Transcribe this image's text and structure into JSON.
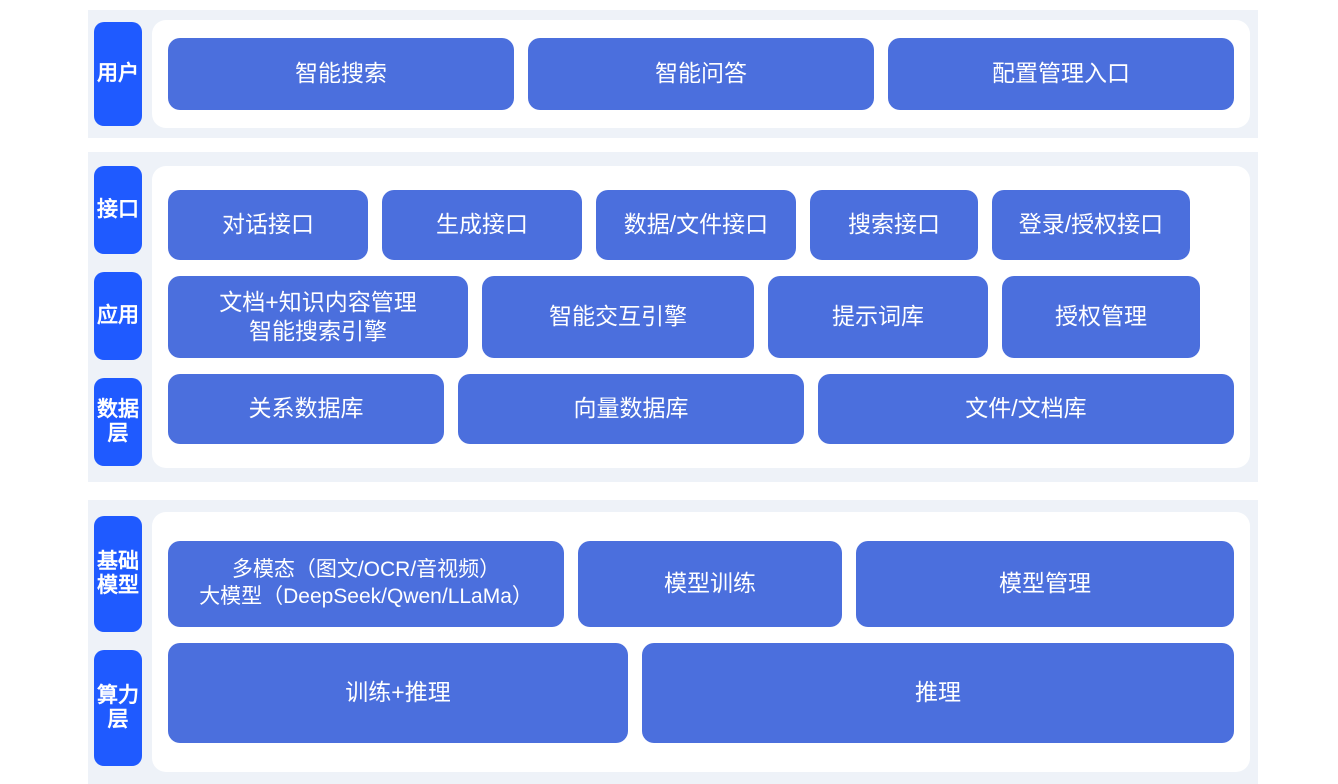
{
  "diagram": {
    "colors": {
      "page_background": "#ffffff",
      "band_background": "#eef2f8",
      "panel_background": "#ffffff",
      "tab_blue": "#1f5aff",
      "card_blue": "#4b6fdd",
      "card_text": "#ffffff"
    },
    "sections": [
      {
        "id": "user",
        "tabs": [
          "用户"
        ],
        "rows": [
          {
            "id": "user-entries",
            "cards": [
              "智能搜索",
              "智能问答",
              "配置管理入口"
            ]
          }
        ]
      },
      {
        "id": "middle",
        "tabs": [
          "接口",
          "应用",
          "数据层"
        ],
        "rows": [
          {
            "id": "interface",
            "cards": [
              "对话接口",
              "生成接口",
              "数据/文件接口",
              "搜索接口",
              "登录/授权接口"
            ]
          },
          {
            "id": "application",
            "cards": [
              "文档+知识内容管理\n智能搜索引擎",
              "智能交互引擎",
              "提示词库",
              "授权管理"
            ]
          },
          {
            "id": "data",
            "cards": [
              "关系数据库",
              "向量数据库",
              "文件/文档库"
            ]
          }
        ]
      },
      {
        "id": "base",
        "tabs": [
          "基础模型",
          "算力层"
        ],
        "rows": [
          {
            "id": "model",
            "cards": [
              "多模态（图文/OCR/音视频）\n大模型（DeepSeek/Qwen/LLaMa）",
              "模型训练",
              "模型管理"
            ]
          },
          {
            "id": "compute",
            "cards": [
              "训练+推理",
              "推理"
            ]
          }
        ]
      }
    ]
  }
}
